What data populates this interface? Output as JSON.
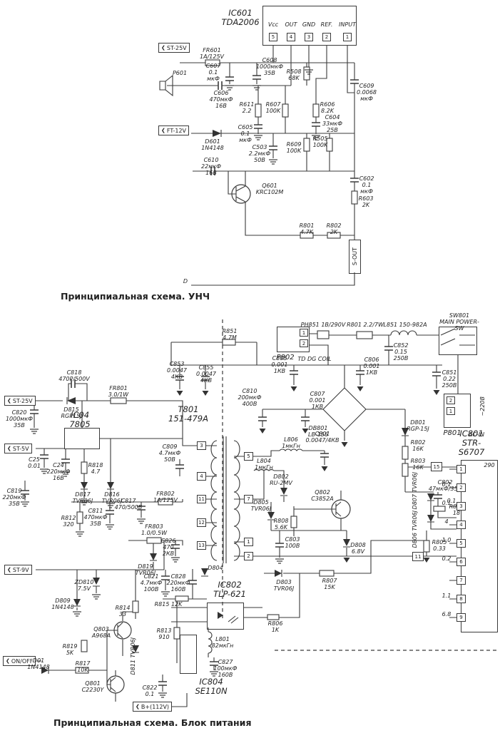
{
  "palette": {
    "ink": "#3a3a3a",
    "bg": "#ffffff"
  },
  "icons": {
    "connector_arrow": "❮"
  },
  "captions": {
    "top": "Принципиальная схема. УНЧ",
    "bottom": "Принципиальная схема. Блок питания"
  },
  "top": {
    "title": "IC601\nTDA2006",
    "pins": [
      {
        "label": "Vcc",
        "num": "5"
      },
      {
        "label": "OUT",
        "num": "4"
      },
      {
        "label": "GND",
        "num": "3"
      },
      {
        "label": "REF.",
        "num": "2"
      },
      {
        "label": "INPUT",
        "num": "1"
      }
    ],
    "labels": {
      "ST25V": "ST-25V",
      "FR601": "FR601\n1A/125V",
      "C607": "C607\n0.1\nмкФ",
      "C608": "C608\n1000мкФ\n35В",
      "P601": "P601",
      "C606": "C606\n470мкФ\n16В",
      "R611": "R611\n2.2",
      "R607": "R607\n100K",
      "R606": "R606\n8.2K",
      "R608": "R508\n68K",
      "C605": "C605\n0.1\nмкФ",
      "C604": "C604\n33мкФ\n25В",
      "C609": "C609\n0.0068\nмкФ",
      "FT12V": "FT-12V",
      "D601": "D601\n1N4148",
      "C503": "C503\n2.2мкФ\n50В",
      "R609": "R609\n100K",
      "R505": "R505\n100K",
      "C610": "C610\n22мкФ\n16В",
      "Q601": "Q601\nKRC102M",
      "C602": "C602\n0.1\nмкФ",
      "R603": "R603\n2K",
      "R801": "R801\n4.7K",
      "R802": "R802\n2K",
      "SOUT": "S-OUT",
      "D": "D"
    }
  },
  "bottom": {
    "labels": {
      "R851": "R851\n4.7М",
      "C853": "C853\n0.0047\n4КВ",
      "C855": "C855\n0.0047\n4КВ",
      "PH851": "PH851 1B/290V",
      "R801": "R801 2.2/7W",
      "L851": "L851 150-982A",
      "SW801": "SW801\nMAIN POWER-SW",
      "P802": "P802",
      "P802sub": "TD DG COIL",
      "C852": "C852\n0.15\n250В",
      "C851": "C851\n0.22\n250В",
      "C805": "C805\n0.001\n1КВ",
      "C806": "C806\n0.001\n1КВ",
      "C810": "C810\n200мкФ\n400В",
      "C807": "C807\n0.001\n1КВ",
      "DB801": "DB801\nLB-156",
      "P801": "P801",
      "P801sub": "AC-IN",
      "V220": "~220В",
      "ST25V": "ST-25V",
      "C818": "C818\n470Р/500V",
      "D815": "D815\nRGP15J",
      "FR801": "FR801\n3.0/1W",
      "C820": "C820\n1000мкФ\n35В",
      "IC04": "IC04\n7805",
      "ST5V": "ST-5V",
      "C25": "C25\n0.01",
      "C24": "C24\n220мкФ\n16В",
      "R818": "R818\n4.7",
      "D817": "D817\nTVR06J",
      "D816": "D816\nTVR06J",
      "C819": "C819\n220мкФ\n35В",
      "C811": "C811\n470мкФ\n35В",
      "R812": "R812\n320",
      "C817": "C817\n470/500В",
      "FR802": "FR802\n1A/125V",
      "T801": "T801\n151-479A",
      "C809": "C809\n4.7мкФ\n50В",
      "FR803": "FR803\n1.0/0.5W",
      "C826": "C826\n470\n2КВ",
      "D819": "D819\nTVR06J",
      "C821": "C821\n4.7мкФ\n100В",
      "ST9V": "ST-9V",
      "ZD810": "ZD810\n7.5V",
      "D809": "D809\n1N4148",
      "R814": "R814\n33",
      "C828": "C828\n220мкФ\n160В",
      "R815": "R815 12K",
      "IC802": "IC802\nTLP-621",
      "D803": "D803\nTVR06J",
      "R807": "R807\n15K",
      "R806": "R806\n1K",
      "Q803": "Q803\nA968A",
      "R819": "R819\n5K",
      "R813": "R813\n910",
      "D811": "D811 TVR06J",
      "L801": "L801\n82мкГн",
      "C827": "C827\n100мкФ\n160В",
      "IC804": "IC804\nSE110N",
      "D01": "D01\n1N4148",
      "R817": "R817\n10K",
      "Q801": "Q801\nC2230Y",
      "C822": "C822\n0.1",
      "ONOFF": "ON/OFF",
      "B112": "B+(112V)",
      "L806": "L806\n1мкГн",
      "C801": "C801\n0.0047/4КВ",
      "L804": "L804\n1мкГн",
      "D802": "D802\nRU-2MV",
      "D805": "D805\nTVR06J",
      "R808": "R808\n5.6K",
      "Q802": "Q802\nC3852A",
      "C803": "C803\n100В",
      "D808": "D808\n6.8V",
      "D804": "D804",
      "D801": "D801\nRGP-15J",
      "R802": "R802\n16K",
      "R803": "R803\n16K",
      "PIN15": "15",
      "PIN11": "11",
      "IC801": "IC801\nSTR-S6707",
      "D807": "D807 TVR06J",
      "D806": "D806 TVR06J",
      "C802": "C802\n47мкФ/35В",
      "V01": "0.1",
      "R804": "R804\n18",
      "R805": "R805\n0.33",
      "V290": "290"
    },
    "ic_pins": [
      "1",
      "2",
      "3",
      "4",
      "5",
      "6",
      "7",
      "8",
      "9"
    ],
    "icvals": [
      "0.1",
      "0.1",
      "4",
      "1.0",
      "0.2",
      "1.1",
      "6.8"
    ],
    "t_left_pins": [
      "3",
      "4",
      "11",
      "12",
      "13"
    ],
    "t_right_pins": [
      "5",
      "7",
      "1",
      "2"
    ],
    "p802_pins": [
      "1",
      "2"
    ],
    "p801_pins": [
      "2",
      "1"
    ]
  }
}
